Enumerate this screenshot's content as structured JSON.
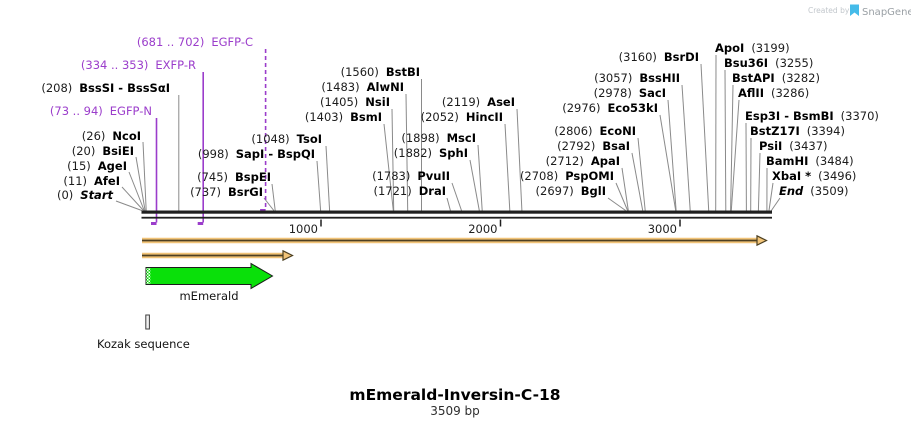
{
  "credit": {
    "created_by": "Created by",
    "brand": "SnapGene"
  },
  "title": {
    "name": "mEmerald-Inversin-C-18",
    "length": "3509 bp"
  },
  "ruler": {
    "ticks": [
      "1000",
      "2000",
      "3000"
    ]
  },
  "features": {
    "memerald": "mEmerald",
    "kozak": "Kozak sequence"
  },
  "primers": {
    "egfpC": {
      "num": "(681 .. 702)",
      "name": "EGFP-C"
    },
    "exfpR": {
      "num": "(334 .. 353)",
      "name": "EXFP-R"
    },
    "egfpN": {
      "num": "(73 .. 94)",
      "name": "EGFP-N"
    }
  },
  "sites": {
    "bssSI": {
      "num": "(208)",
      "name": "BssSI - BssSαI"
    },
    "ncoI": {
      "num": "(26)",
      "name": "NcoI"
    },
    "bsiEI": {
      "num": "(20)",
      "name": "BsiEI"
    },
    "ageI": {
      "num": "(15)",
      "name": "AgeI"
    },
    "afeI": {
      "num": "(11)",
      "name": "AfeI"
    },
    "start": {
      "num": "(0)",
      "name": "Start"
    },
    "tsoI": {
      "num": "(1048)",
      "name": "TsoI"
    },
    "sapI": {
      "num": "(998)",
      "name": "SapI - BspQI"
    },
    "bspEI": {
      "num": "(745)",
      "name": "BspEI"
    },
    "bsrGI": {
      "num": "(737)",
      "name": "BsrGI"
    },
    "bstBI": {
      "num": "(1560)",
      "name": "BstBI"
    },
    "alwNI": {
      "num": "(1483)",
      "name": "AlwNI"
    },
    "nsiI": {
      "num": "(1405)",
      "name": "NsiI"
    },
    "bsmI": {
      "num": "(1403)",
      "name": "BsmI"
    },
    "aseI": {
      "num": "(2119)",
      "name": "AseI"
    },
    "hincII": {
      "num": "(2052)",
      "name": "HincII"
    },
    "mscI": {
      "num": "(1898)",
      "name": "MscI"
    },
    "sphI": {
      "num": "(1882)",
      "name": "SphI"
    },
    "pvuII": {
      "num": "(1783)",
      "name": "PvuII"
    },
    "draI": {
      "num": "(1721)",
      "name": "DraI"
    },
    "bsrDI": {
      "num": "(3160)",
      "name": "BsrDI"
    },
    "bssHII": {
      "num": "(3057)",
      "name": "BssHII"
    },
    "sacI": {
      "num": "(2978)",
      "name": "SacI"
    },
    "eco53kI": {
      "num": "(2976)",
      "name": "Eco53kI"
    },
    "ecoNI": {
      "num": "(2806)",
      "name": "EcoNI"
    },
    "bsaI": {
      "num": "(2792)",
      "name": "BsaI"
    },
    "apaI": {
      "num": "(2712)",
      "name": "ApaI"
    },
    "pspOMI": {
      "num": "(2708)",
      "name": "PspOMI"
    },
    "bglI": {
      "num": "(2697)",
      "name": "BglI"
    },
    "apoI": {
      "num": "(3199)",
      "name": "ApoI"
    },
    "bsu36I": {
      "num": "(3255)",
      "name": "Bsu36I"
    },
    "bstAPI": {
      "num": "(3282)",
      "name": "BstAPI"
    },
    "aflII": {
      "num": "(3286)",
      "name": "AflII"
    },
    "esp3I": {
      "num": "(3370)",
      "name": "Esp3I - BsmBI"
    },
    "bstZ17I": {
      "num": "(3394)",
      "name": "BstZ17I"
    },
    "psiI": {
      "num": "(3437)",
      "name": "PsiI"
    },
    "bamHI": {
      "num": "(3484)",
      "name": "BamHI"
    },
    "xbaI": {
      "num": "(3496)",
      "name": "XbaI *"
    },
    "end": {
      "num": "(3509)",
      "name": "End"
    }
  },
  "colors": {
    "primer_purple": "#9b3dcb",
    "orf_orange": "#f2c478",
    "feature_green": "#0ae00a",
    "axis_black": "#1f1f1f",
    "brand_blue": "#45bbe9"
  }
}
